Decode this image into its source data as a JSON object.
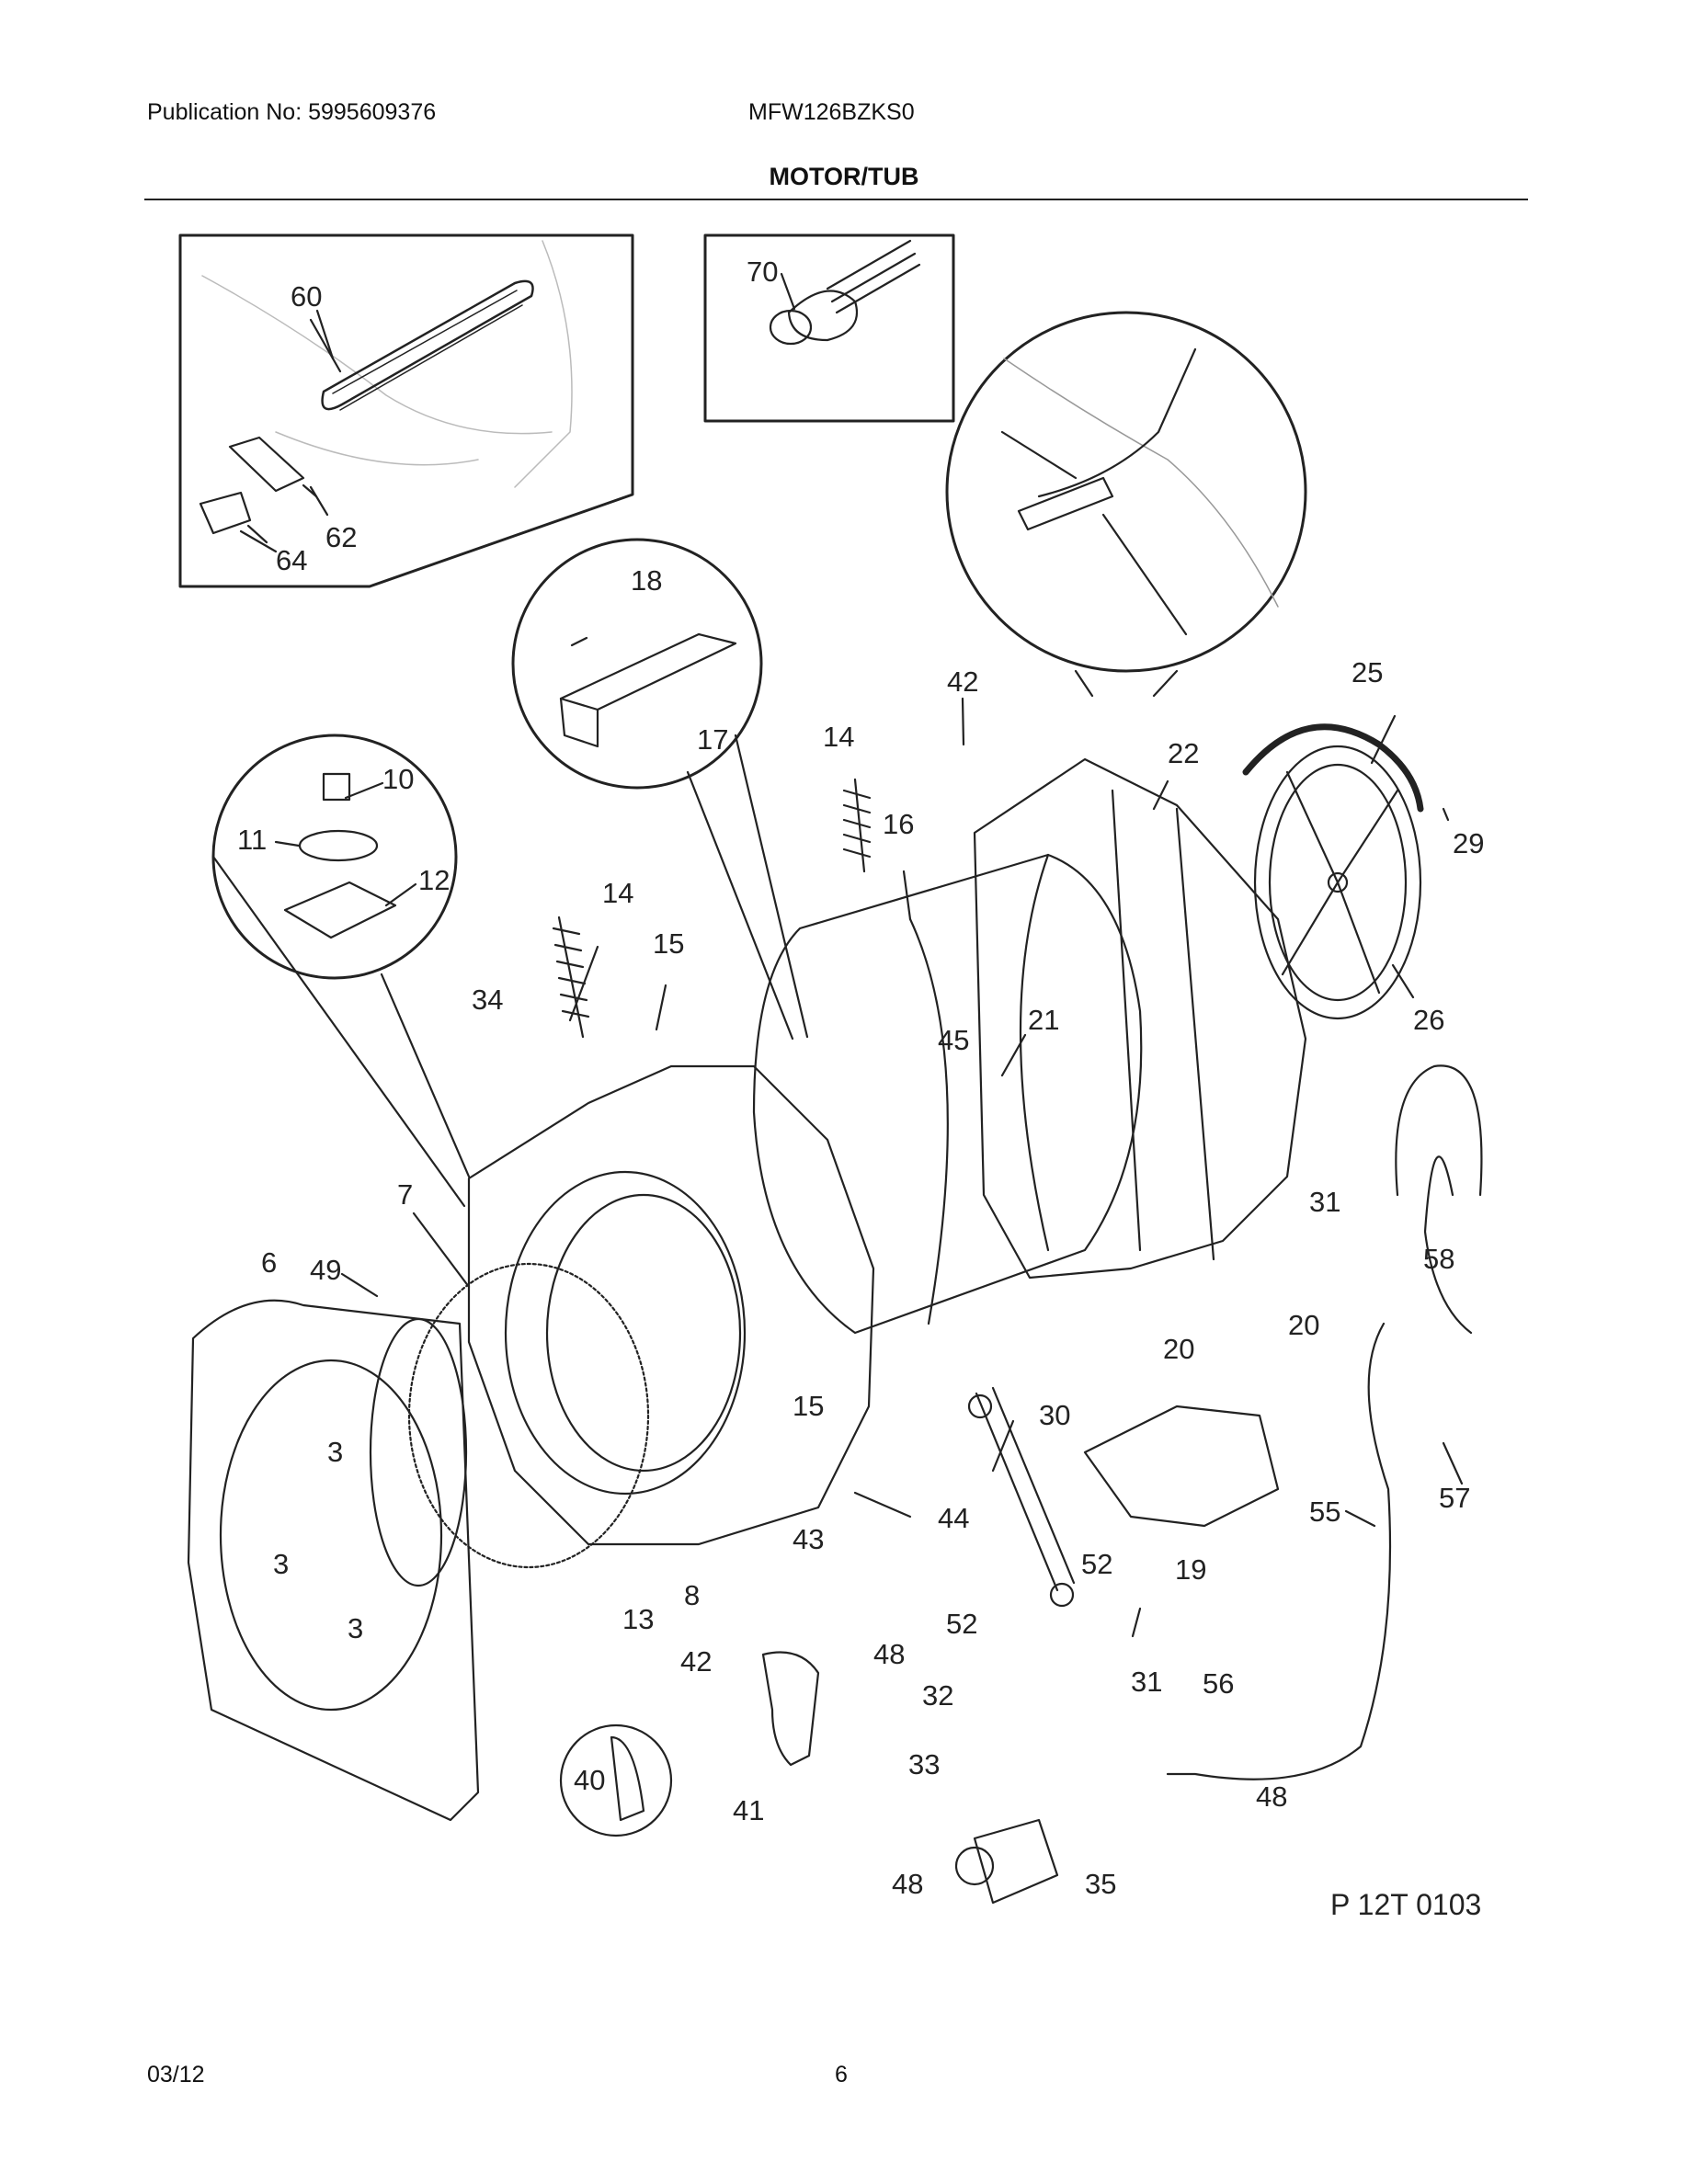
{
  "header": {
    "publication": "Publication No: 5995609376",
    "model": "MFW126BZKS0",
    "section_title": "MOTOR/TUB"
  },
  "diagram": {
    "drawing_code": "P 12T 0103",
    "callouts": {
      "c60": "60",
      "c62": "62",
      "c64": "64",
      "c70": "70",
      "c18": "18",
      "c17": "17",
      "c10": "10",
      "c11": "11",
      "c12": "12",
      "c14a": "14",
      "c14b": "14",
      "c42a": "42",
      "c42b": "42",
      "c25": "25",
      "c22": "22",
      "c29": "29",
      "c16": "16",
      "c15a": "15",
      "c15b": "15",
      "c34": "34",
      "c21": "21",
      "c45": "45",
      "c26": "26",
      "c7": "7",
      "c6": "6",
      "c49": "49",
      "c31a": "31",
      "c31b": "31",
      "c58": "58",
      "c20a": "20",
      "c20b": "20",
      "c30": "30",
      "c57": "57",
      "c55": "55",
      "c3a": "3",
      "c3b": "3",
      "c3c": "3",
      "c44": "44",
      "c43": "43",
      "c8": "8",
      "c13": "13",
      "c52a": "52",
      "c52b": "52",
      "c19": "19",
      "c48a": "48",
      "c48b": "48",
      "c48c": "48",
      "c32": "32",
      "c56": "56",
      "c33": "33",
      "c40": "40",
      "c41": "41",
      "c35": "35"
    }
  },
  "footer": {
    "date": "03/12",
    "page": "6"
  }
}
